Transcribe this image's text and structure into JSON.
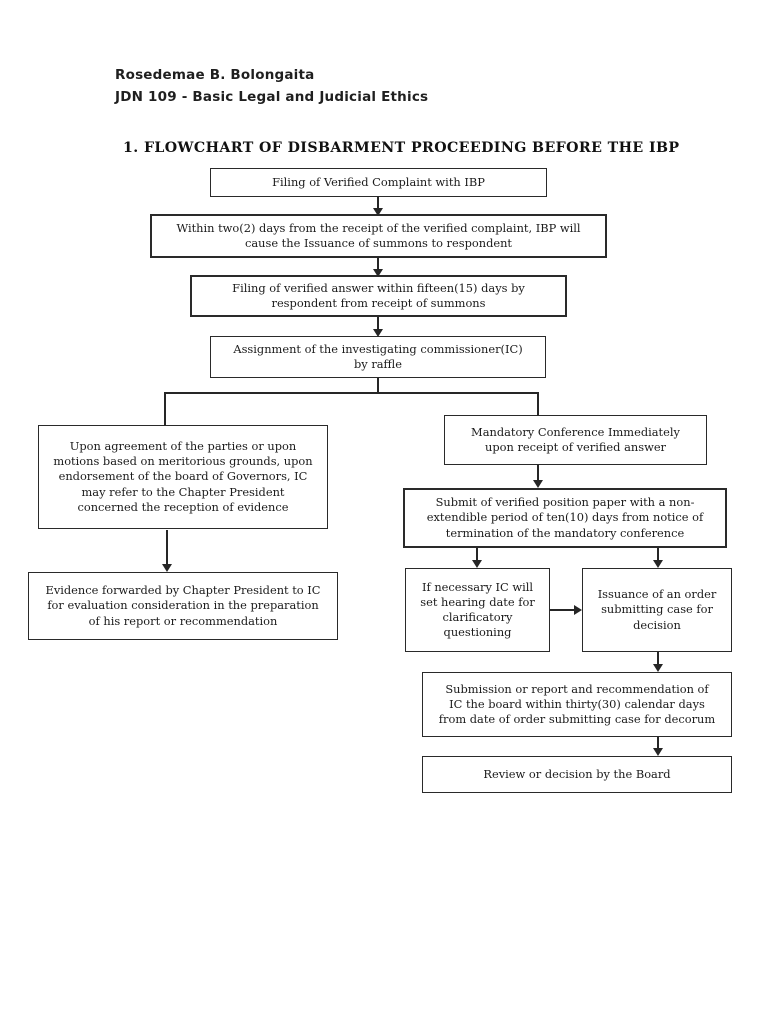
{
  "colors": {
    "page": "#ffffff",
    "ink": "#1b1b1b",
    "border": "#2a2a2a"
  },
  "header": {
    "author": "Rosedemae B. Bolongaita",
    "course": "JDN 109 - Basic Legal and Judicial Ethics"
  },
  "title": "1. FLOWCHART OF DISBARMENT PROCEEDING BEFORE THE IBP",
  "flowchart": {
    "nodes": [
      {
        "id": "filing-complaint",
        "text": "Filing of Verified Complaint with IBP"
      },
      {
        "id": "issuance-summons",
        "text": "Within two(2) days from the receipt of the verified complaint, IBP will\ncause the Issuance of summons to respondent"
      },
      {
        "id": "verified-answer",
        "text": "Filing of verified answer within fifteen(15) days by\nrespondent from receipt of summons"
      },
      {
        "id": "ic-assignment",
        "text": "Assignment of the investigating commissioner(IC)\nby raffle"
      },
      {
        "id": "chapter-referral",
        "text": "Upon agreement of the parties or upon\nmotions based on meritorious grounds, upon\nendorsement of the board of Governors, IC\nmay refer to the Chapter President\nconcerned the reception of evidence"
      },
      {
        "id": "evidence-forwarded",
        "text": "Evidence forwarded by Chapter President to IC\nfor evaluation consideration in the preparation\nof his report or recommendation"
      },
      {
        "id": "mandatory-conference",
        "text": "Mandatory Conference Immediately\nupon receipt of verified answer"
      },
      {
        "id": "position-paper",
        "text": "Submit of verified position paper with a non-\nextendible period of ten(10) days from notice of\ntermination of the mandatory conference"
      },
      {
        "id": "clarificatory-hearing",
        "text": "If necessary IC will\nset hearing date for\nclarificatory\nquestioning"
      },
      {
        "id": "order-submitting",
        "text": "Issuance of an order\nsubmitting case for\ndecision"
      },
      {
        "id": "report-recommendation",
        "text": "Submission or report and recommendation of\nIC the board within thirty(30) calendar days\nfrom date of order submitting case for decorum"
      },
      {
        "id": "board-review",
        "text": "Review or decision by the Board"
      }
    ]
  }
}
